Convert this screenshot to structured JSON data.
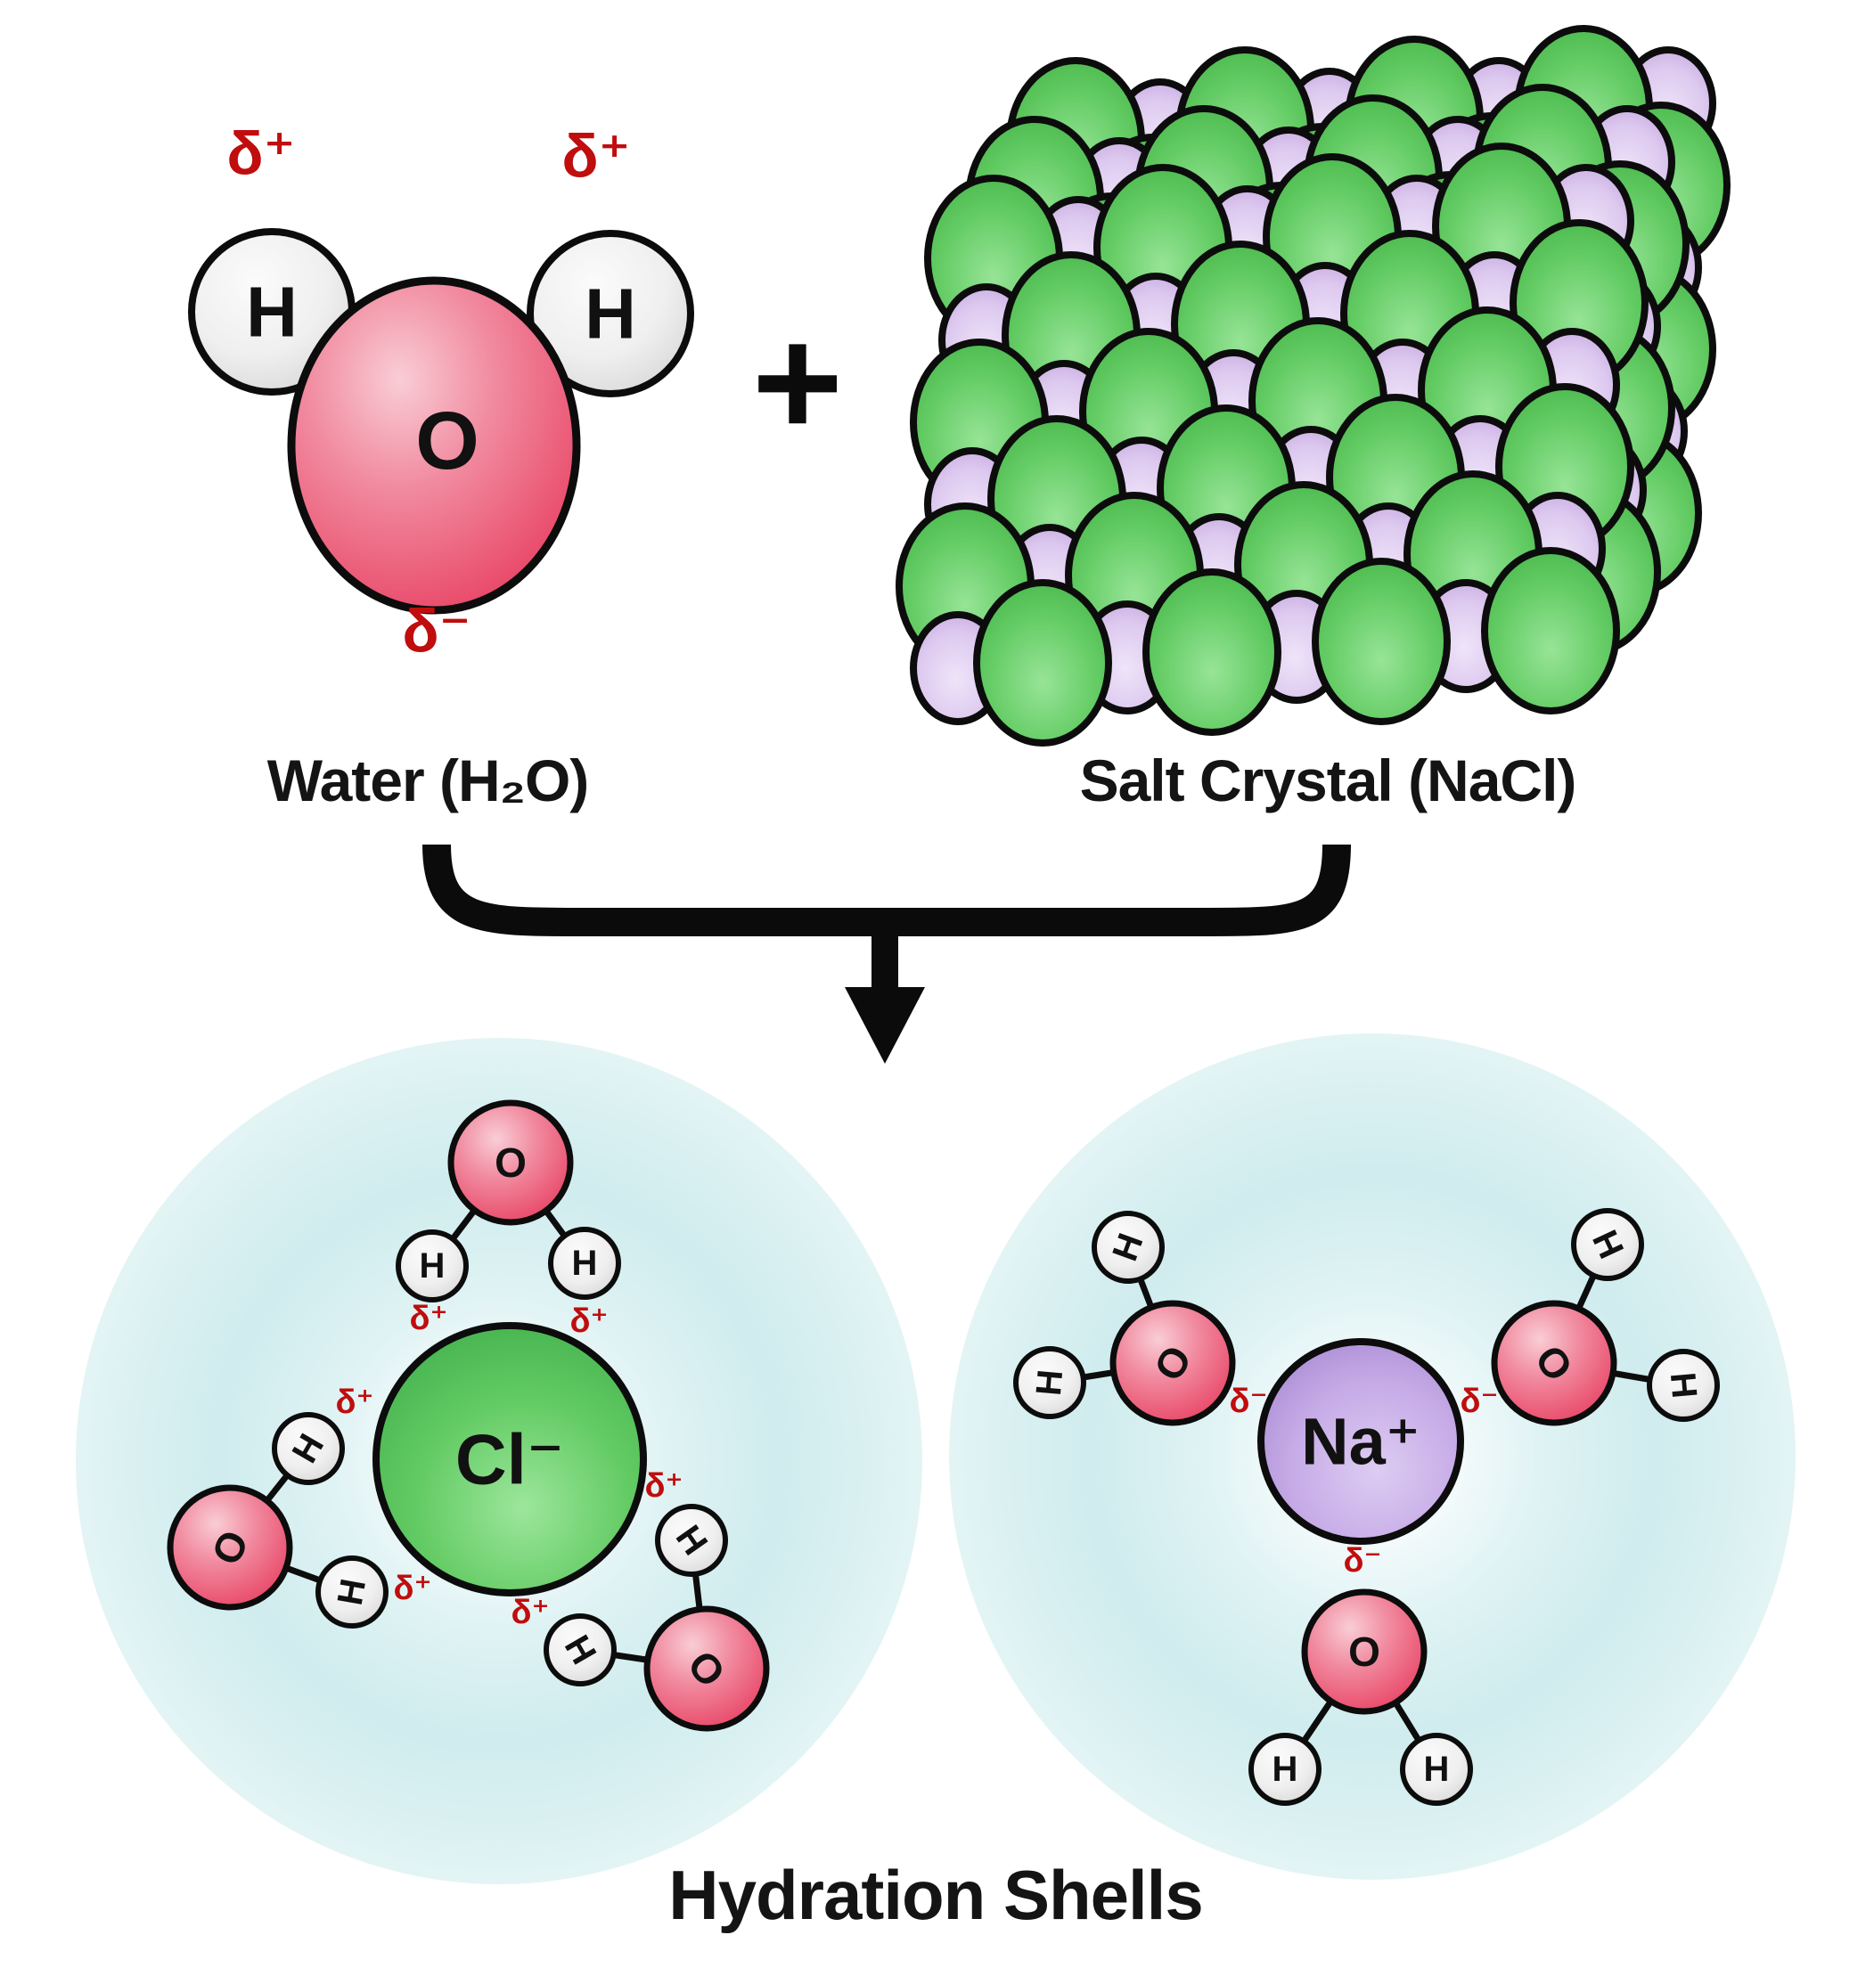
{
  "reactants": {
    "water": {
      "label": "Water (H₂O)",
      "partial_positive": "δ⁺",
      "partial_negative": "δ⁻"
    },
    "salt": {
      "label": "Salt Crystal (NaCl)"
    }
  },
  "operator_plus": "+",
  "atoms": {
    "hydrogen": "H",
    "oxygen": "O"
  },
  "product": {
    "label": "Hydration Shells",
    "chloride_ion": "Cl⁻",
    "sodium_ion": "Na⁺",
    "partial_positive": "δ⁺",
    "partial_negative": "δ⁻"
  },
  "colors": {
    "oxygen_red": "#ee4d6b",
    "hydrogen_white": "#f0f0f0",
    "chloride_green": "#52c15a",
    "sodium_purple": "#c9abe3",
    "charge_red": "#c00d0d",
    "glow_cyan": "#d0ecee",
    "outline_black": "#0c0c0c"
  },
  "crystal": {
    "depth_layers": 3,
    "grid_rows": 6,
    "grid_cols": 8
  }
}
